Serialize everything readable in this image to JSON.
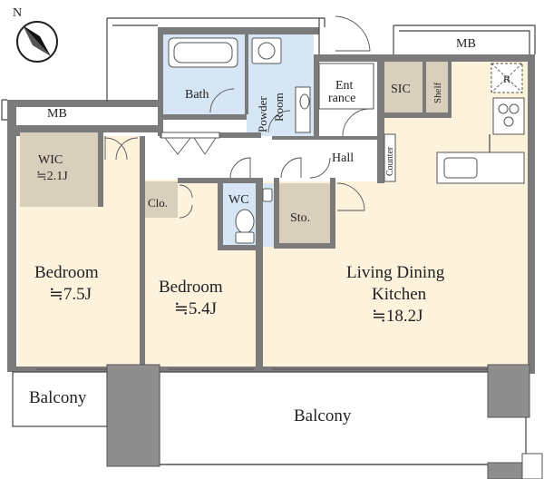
{
  "compass": {
    "label": "N"
  },
  "colors": {
    "living": "#fdf3dd",
    "wet": "#d6e6f5",
    "storage": "#d9cfbd",
    "wall": "#7b7b7b",
    "balcony_block": "#8e8e8e"
  },
  "rooms": {
    "mb_top": "MB",
    "mb_left": "MB",
    "bath": "Bath",
    "powder_1": "Powder",
    "powder_2": "Room",
    "entrance_1": "Ent",
    "entrance_2": "rance",
    "sic": "SIC",
    "shelf": "Shelf",
    "fridge": "R",
    "wic_name": "WIC",
    "wic_size": "≒2.1J",
    "hall": "Hall",
    "counter": "Counter",
    "clo": "Clo.",
    "wc": "WC",
    "sto": "Sto.",
    "bedroom1_name": "Bedroom",
    "bedroom1_size": "≒7.5J",
    "bedroom2_name": "Bedroom",
    "bedroom2_size": "≒5.4J",
    "ldk_line1": "Living Dining",
    "ldk_line2": "Kitchen",
    "ldk_size": "≒18.2J",
    "balcony_small": "Balcony",
    "balcony_main": "Balcony"
  }
}
